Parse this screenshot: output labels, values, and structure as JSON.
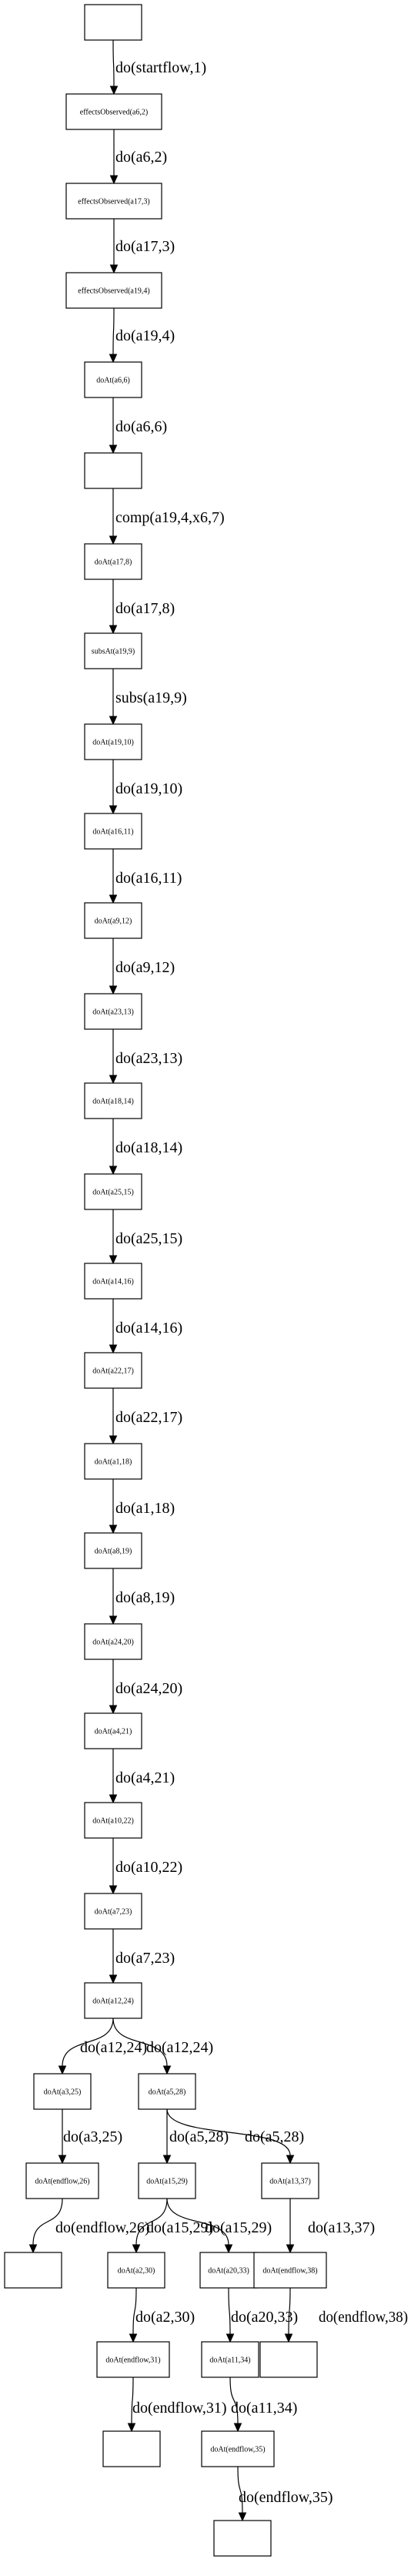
{
  "nodes": [
    {
      "id": "n0",
      "label": ""
    },
    {
      "id": "n1",
      "label": "effectsObserved(a6,2)"
    },
    {
      "id": "n2",
      "label": "effectsObserved(a17,3)"
    },
    {
      "id": "n3",
      "label": "effectsObserved(a19,4)"
    },
    {
      "id": "n4",
      "label": "doAt(a6,6)"
    },
    {
      "id": "n5",
      "label": ""
    },
    {
      "id": "n6",
      "label": "doAt(a17,8)"
    },
    {
      "id": "n7",
      "label": "subsAt(a19,9)"
    },
    {
      "id": "n8",
      "label": "doAt(a19,10)"
    },
    {
      "id": "n9",
      "label": "doAt(a16,11)"
    },
    {
      "id": "n10",
      "label": "doAt(a9,12)"
    },
    {
      "id": "n11",
      "label": "doAt(a23,13)"
    },
    {
      "id": "n12",
      "label": "doAt(a18,14)"
    },
    {
      "id": "n13",
      "label": "doAt(a25,15)"
    },
    {
      "id": "n14",
      "label": "doAt(a14,16)"
    },
    {
      "id": "n15",
      "label": "doAt(a22,17)"
    },
    {
      "id": "n16",
      "label": "doAt(a1,18)"
    },
    {
      "id": "n17",
      "label": "doAt(a8,19)"
    },
    {
      "id": "n18",
      "label": "doAt(a24,20)"
    },
    {
      "id": "n19",
      "label": "doAt(a4,21)"
    },
    {
      "id": "n20",
      "label": "doAt(a10,22)"
    },
    {
      "id": "n21",
      "label": "doAt(a7,23)"
    },
    {
      "id": "n22",
      "label": "doAt(a12,24)"
    },
    {
      "id": "n23",
      "label": "doAt(a3,25)"
    },
    {
      "id": "n24",
      "label": "doAt(a5,28)"
    },
    {
      "id": "n25",
      "label": "doAt(endflow,26)"
    },
    {
      "id": "n26",
      "label": "doAt(a15,29)"
    },
    {
      "id": "n27",
      "label": "doAt(a13,37)"
    },
    {
      "id": "n28",
      "label": ""
    },
    {
      "id": "n29",
      "label": "doAt(a2,30)"
    },
    {
      "id": "n30",
      "label": "doAt(a20,33)"
    },
    {
      "id": "n31",
      "label": "doAt(endflow,38)"
    },
    {
      "id": "n32",
      "label": "doAt(endflow,31)"
    },
    {
      "id": "n33",
      "label": "doAt(a11,34)"
    },
    {
      "id": "n34",
      "label": ""
    },
    {
      "id": "n35",
      "label": ""
    },
    {
      "id": "n36",
      "label": "doAt(endflow,35)"
    },
    {
      "id": "n37",
      "label": ""
    }
  ],
  "edges": [
    {
      "from": "n0",
      "to": "n1",
      "label": "do(startflow,1)"
    },
    {
      "from": "n1",
      "to": "n2",
      "label": "do(a6,2)"
    },
    {
      "from": "n2",
      "to": "n3",
      "label": "do(a17,3)"
    },
    {
      "from": "n3",
      "to": "n4",
      "label": "do(a19,4)"
    },
    {
      "from": "n4",
      "to": "n5",
      "label": "do(a6,6)"
    },
    {
      "from": "n5",
      "to": "n6",
      "label": "comp(a19,4,x6,7)"
    },
    {
      "from": "n6",
      "to": "n7",
      "label": "do(a17,8)"
    },
    {
      "from": "n7",
      "to": "n8",
      "label": "subs(a19,9)"
    },
    {
      "from": "n8",
      "to": "n9",
      "label": "do(a19,10)"
    },
    {
      "from": "n9",
      "to": "n10",
      "label": "do(a16,11)"
    },
    {
      "from": "n10",
      "to": "n11",
      "label": "do(a9,12)"
    },
    {
      "from": "n11",
      "to": "n12",
      "label": "do(a23,13)"
    },
    {
      "from": "n12",
      "to": "n13",
      "label": "do(a18,14)"
    },
    {
      "from": "n13",
      "to": "n14",
      "label": "do(a25,15)"
    },
    {
      "from": "n14",
      "to": "n15",
      "label": "do(a14,16)"
    },
    {
      "from": "n15",
      "to": "n16",
      "label": "do(a22,17)"
    },
    {
      "from": "n16",
      "to": "n17",
      "label": "do(a1,18)"
    },
    {
      "from": "n17",
      "to": "n18",
      "label": "do(a8,19)"
    },
    {
      "from": "n18",
      "to": "n19",
      "label": "do(a24,20)"
    },
    {
      "from": "n19",
      "to": "n20",
      "label": "do(a4,21)"
    },
    {
      "from": "n20",
      "to": "n21",
      "label": "do(a10,22)"
    },
    {
      "from": "n21",
      "to": "n22",
      "label": "do(a7,23)"
    },
    {
      "from": "n22",
      "to": "n23",
      "label": "do(a12,24)"
    },
    {
      "from": "n22",
      "to": "n24",
      "label": "do(a12,24)"
    },
    {
      "from": "n23",
      "to": "n25",
      "label": "do(a3,25)"
    },
    {
      "from": "n24",
      "to": "n26",
      "label": "do(a5,28)"
    },
    {
      "from": "n24",
      "to": "n27",
      "label": "do(a5,28)"
    },
    {
      "from": "n25",
      "to": "n28",
      "label": "do(endflow,26)"
    },
    {
      "from": "n26",
      "to": "n29",
      "label": "do(a15,29)"
    },
    {
      "from": "n26",
      "to": "n30",
      "label": "do(a15,29)"
    },
    {
      "from": "n27",
      "to": "n31",
      "label": "do(a13,37)"
    },
    {
      "from": "n29",
      "to": "n32",
      "label": "do(a2,30)"
    },
    {
      "from": "n30",
      "to": "n33",
      "label": "do(a20,33)"
    },
    {
      "from": "n31",
      "to": "n34",
      "label": "do(endflow,38)"
    },
    {
      "from": "n32",
      "to": "n35",
      "label": "do(endflow,31)"
    },
    {
      "from": "n33",
      "to": "n36",
      "label": "do(a11,34)"
    },
    {
      "from": "n36",
      "to": "n37",
      "label": "do(endflow,35)"
    }
  ]
}
